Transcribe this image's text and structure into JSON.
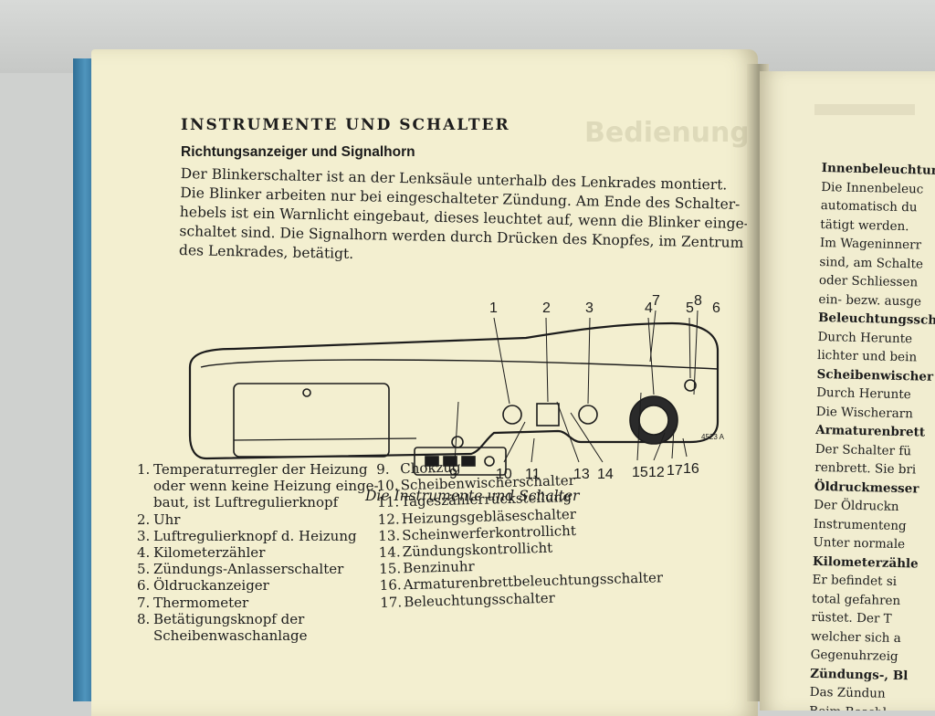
{
  "left_page": {
    "heading": "INSTRUMENTE UND SCHALTER",
    "subheading": "Richtungsanzeiger und Signalhorn",
    "paragraph": [
      "Der Blinkerschalter ist an der Lenksäule unterhalb des Lenkrades montiert.",
      "Die Blinker arbeiten nur bei eingeschalteter Zündung. Am Ende des Schalter-",
      "hebels ist ein Warnlicht eingebaut, dieses leuchtet auf, wenn die Blinker einge-",
      "schaltet sind. Die Signalhorn werden durch Drücken des Knopfes, im Zentrum",
      "des Lenkrades, betätigt."
    ],
    "diagram": {
      "top_callouts": [
        "1",
        "2",
        "3",
        "4",
        "5",
        "6",
        "7",
        "8"
      ],
      "bottom_callouts": [
        "9",
        "10",
        "11",
        "13",
        "14",
        "15",
        "12",
        "17",
        "16"
      ],
      "ref_code": "4523 A"
    },
    "caption": "Die Instrumente und Schalter",
    "legend_left": [
      {
        "num": "1.",
        "lines": [
          "Temperaturregler der Heizung",
          "oder wenn keine Heizung einge-",
          "baut, ist Luftregulierknopf"
        ]
      },
      {
        "num": "2.",
        "lines": [
          "Uhr"
        ]
      },
      {
        "num": "3.",
        "lines": [
          "Luftregulierknopf d. Heizung"
        ]
      },
      {
        "num": "4.",
        "lines": [
          "Kilometerzähler"
        ]
      },
      {
        "num": "5.",
        "lines": [
          "Zündungs-Anlasserschalter"
        ]
      },
      {
        "num": "6.",
        "lines": [
          "Öldruckanzeiger"
        ]
      },
      {
        "num": "7.",
        "lines": [
          "Thermometer"
        ]
      },
      {
        "num": "8.",
        "lines": [
          "Betätigungsknopf der",
          "Scheibenwaschanlage"
        ]
      }
    ],
    "legend_right": [
      {
        "num": "9.",
        "lines": [
          "Chokzug"
        ]
      },
      {
        "num": "10.",
        "lines": [
          "Scheibenwischerschalter"
        ]
      },
      {
        "num": "11.",
        "lines": [
          "Tageszählerrückstellung"
        ]
      },
      {
        "num": "12.",
        "lines": [
          "Heizungsgebläseschalter"
        ]
      },
      {
        "num": "13.",
        "lines": [
          "Scheinwerferkontrollicht"
        ]
      },
      {
        "num": "14.",
        "lines": [
          "Zündungskontrollicht"
        ]
      },
      {
        "num": "15.",
        "lines": [
          "Benzinuhr"
        ]
      },
      {
        "num": "16.",
        "lines": [
          "Armaturenbrettbeleuchtungsschalter"
        ]
      },
      {
        "num": "17.",
        "lines": [
          "Beleuchtungsschalter"
        ]
      }
    ]
  },
  "right_page": {
    "lines": [
      {
        "text": "Innenbeleuchtung",
        "bold": true
      },
      {
        "text": "Die Innenbeleuc",
        "bold": false
      },
      {
        "text": "automatisch du",
        "bold": false
      },
      {
        "text": "tätigt werden.",
        "bold": false
      },
      {
        "text": "Im Wageninnerr",
        "bold": false
      },
      {
        "text": "sind, am Schalte",
        "bold": false
      },
      {
        "text": "oder Schliessen",
        "bold": false
      },
      {
        "text": "ein- bezw. ausge",
        "bold": false
      },
      {
        "text": "Beleuchtungssch",
        "bold": true
      },
      {
        "text": "Durch Herunte",
        "bold": false
      },
      {
        "text": "lichter und bein",
        "bold": false
      },
      {
        "text": "Scheibenwischer",
        "bold": true
      },
      {
        "text": "Durch Herunte",
        "bold": false
      },
      {
        "text": "Die Wischerarn",
        "bold": false
      },
      {
        "text": "Armaturenbrett",
        "bold": true
      },
      {
        "text": "Der Schalter fü",
        "bold": false
      },
      {
        "text": "renbrett. Sie bri",
        "bold": false
      },
      {
        "text": "Öldruckmesser",
        "bold": true
      },
      {
        "text": "Der Öldruckn",
        "bold": false
      },
      {
        "text": "Instrumenteng",
        "bold": false
      },
      {
        "text": "Unter normale",
        "bold": false
      },
      {
        "text": "Kilometerzähle",
        "bold": true
      },
      {
        "text": "Er befindet si",
        "bold": false
      },
      {
        "text": "total gefahren",
        "bold": false
      },
      {
        "text": "rüstet. Der T",
        "bold": false
      },
      {
        "text": "welcher sich a",
        "bold": false
      },
      {
        "text": "Gegenuhrzeig",
        "bold": false
      },
      {
        "text": "Zündungs-, Bl",
        "bold": true
      },
      {
        "text": "Das Zündun",
        "bold": false
      },
      {
        "text": "Beim Beschl",
        "bold": false
      }
    ]
  },
  "colors": {
    "paper": "#f3efd0",
    "ink": "#1c1c1c",
    "spine": "#3f86b0"
  }
}
